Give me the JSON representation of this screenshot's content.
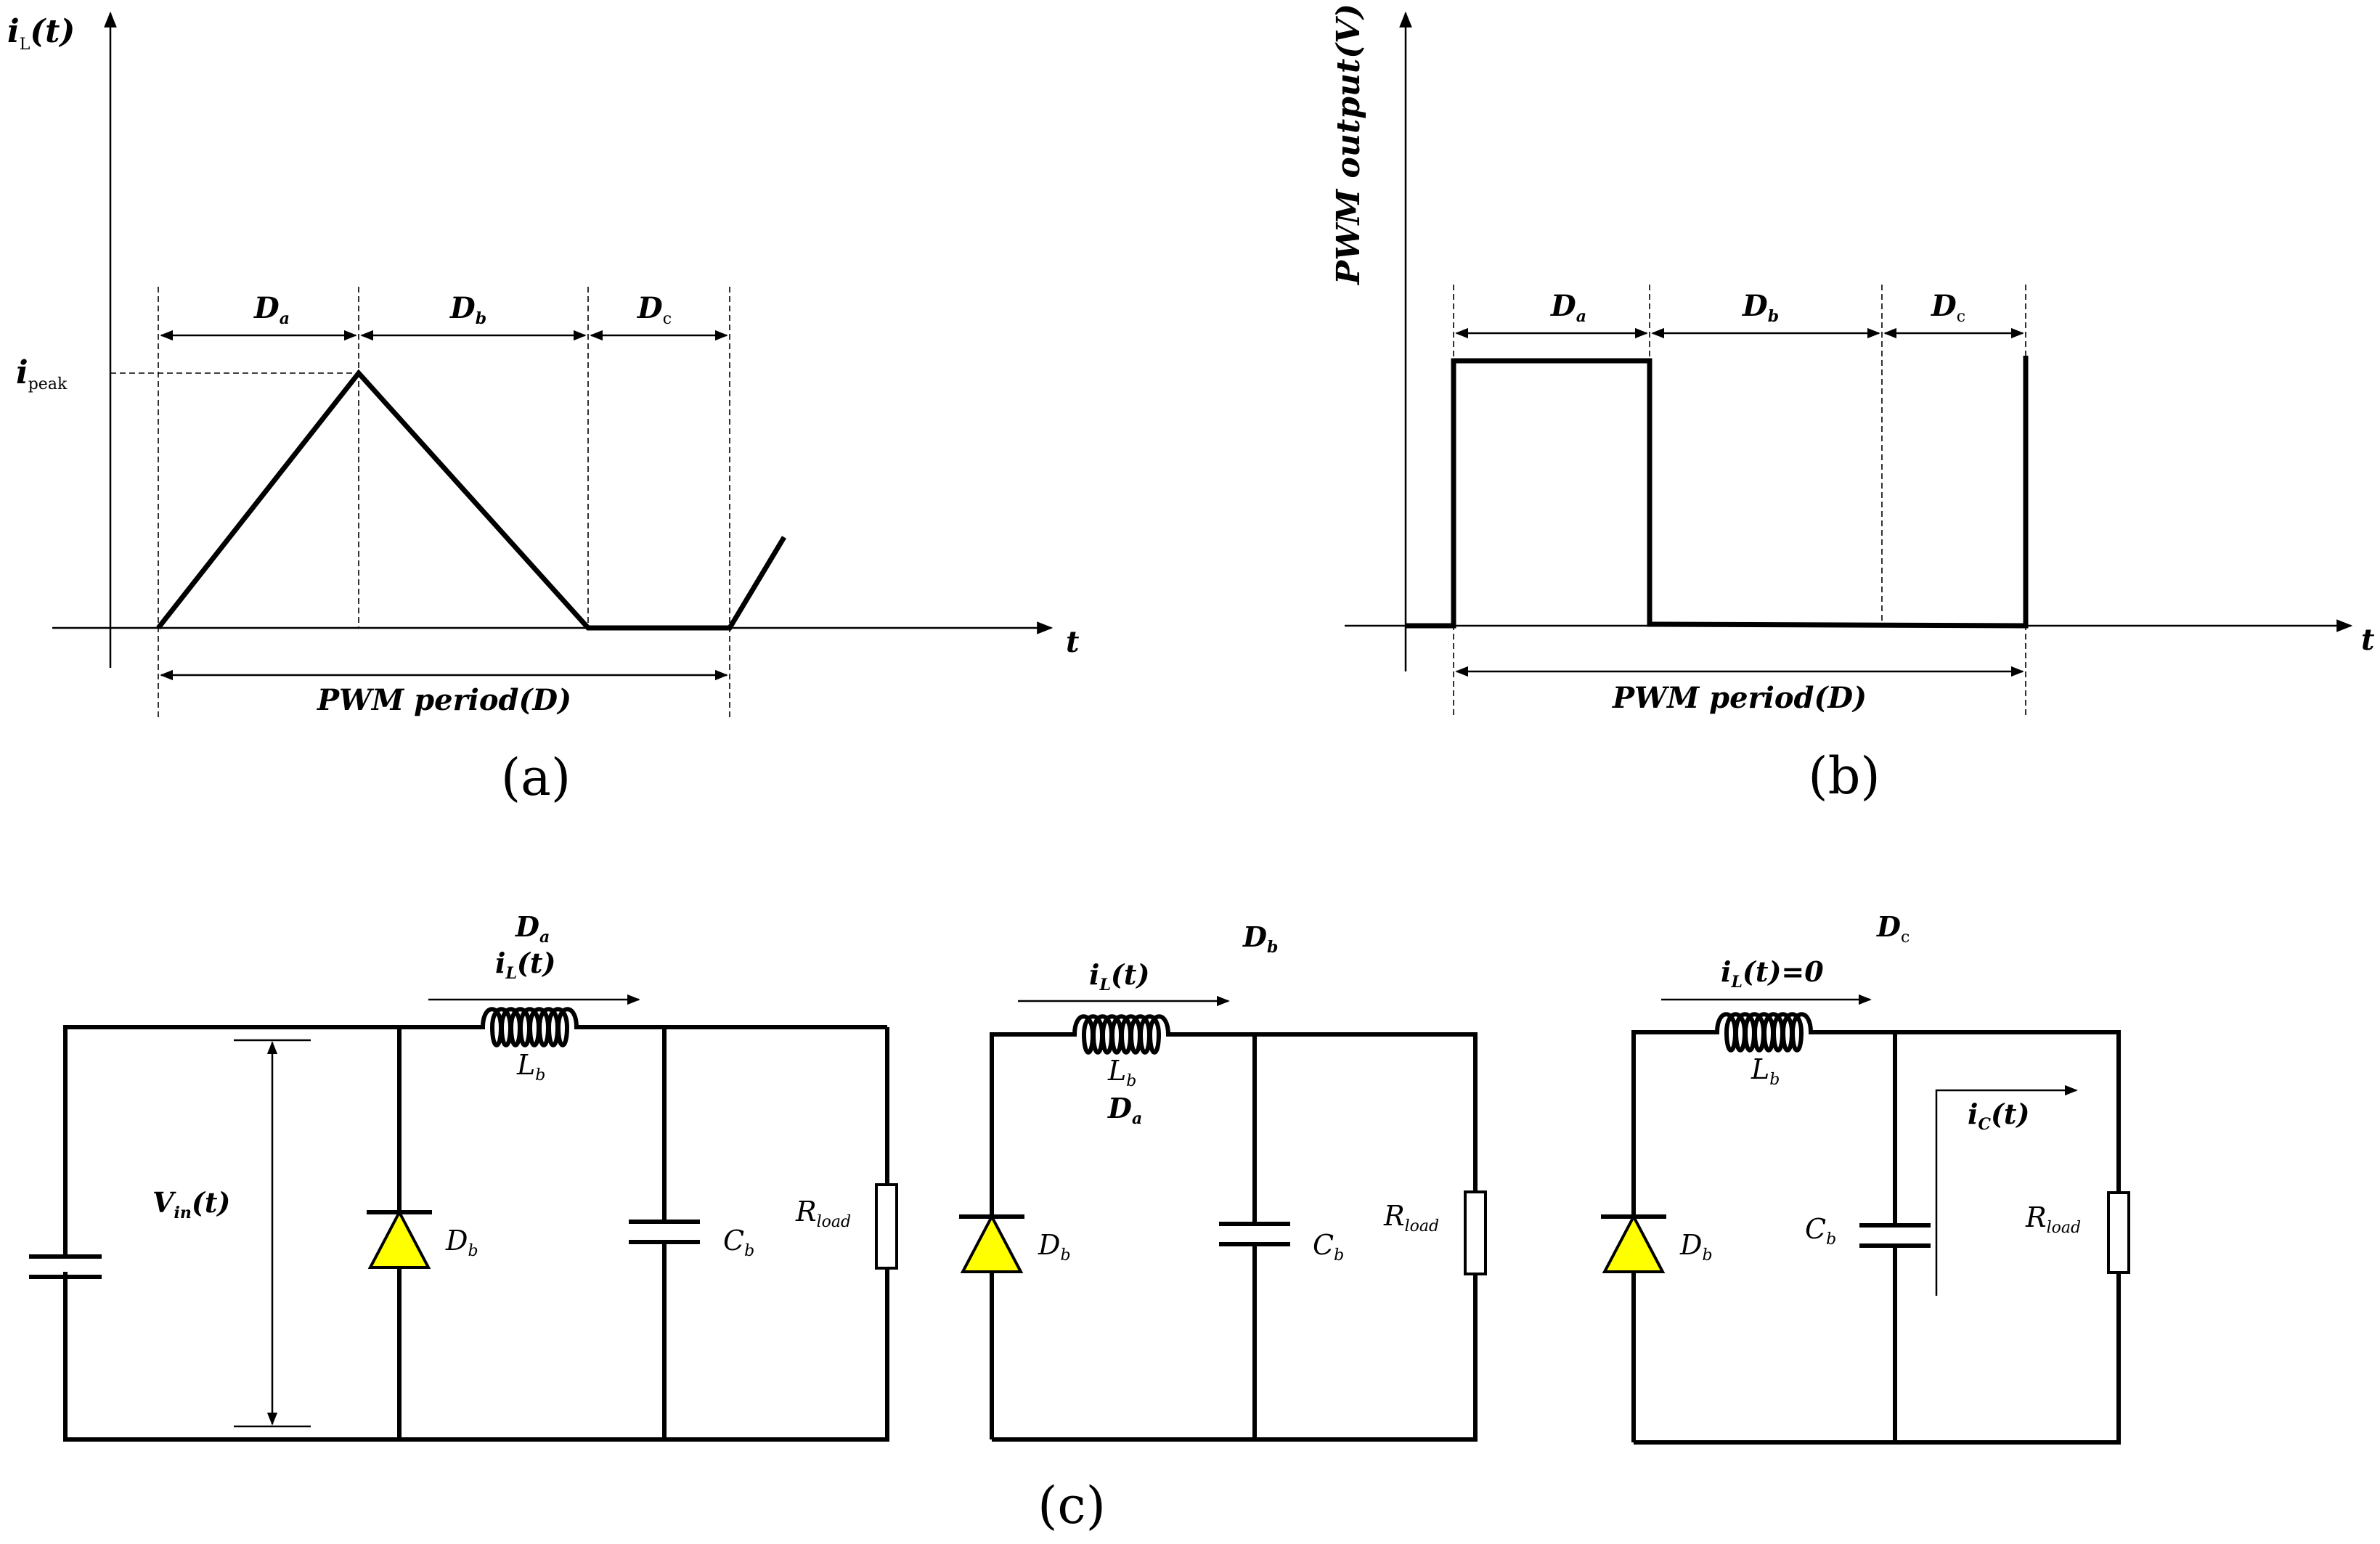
{
  "colors": {
    "ink": "#000000",
    "diode_fill": "#ffff00",
    "background": "#ffffff"
  },
  "panel_a": {
    "caption": "(a)",
    "y_axis_label": "i",
    "y_axis_sub": "L",
    "y_axis_tail": "(t)",
    "x_axis_label": "t",
    "peak_label": "i",
    "peak_sub": "peak",
    "intervals": [
      {
        "label": "D",
        "sub": "a"
      },
      {
        "label": "D",
        "sub": "b"
      },
      {
        "label": "D",
        "sub": "c"
      }
    ],
    "period_label": "PWM period(D)"
  },
  "panel_b": {
    "caption": "(b)",
    "y_axis_label": "PWM output(V)",
    "x_axis_label": "t",
    "intervals": [
      {
        "label": "D",
        "sub": "a"
      },
      {
        "label": "D",
        "sub": "b"
      },
      {
        "label": "D",
        "sub": "c"
      }
    ],
    "period_label": "PWM period(D)"
  },
  "panel_c": {
    "caption": "(c)",
    "circuit1": {
      "mode_label": "D",
      "mode_sub": "a",
      "current_label": "i",
      "current_sub": "L",
      "current_tail": "(t)",
      "source_label": "V",
      "source_sub": "in",
      "source_tail": "(t)",
      "inductor_label": "L",
      "inductor_sub": "b",
      "diode_label": "D",
      "diode_sub": "b",
      "capacitor_label": "C",
      "capacitor_sub": "b",
      "load_label": "R",
      "load_sub": "load"
    },
    "circuit2": {
      "mode_label": "D",
      "mode_sub": "b",
      "current_label": "i",
      "current_sub": "L",
      "current_tail": "(t)",
      "inductor_label": "L",
      "inductor_sub": "b",
      "extra_label": "D",
      "extra_sub": "a",
      "diode_label": "D",
      "diode_sub": "b",
      "capacitor_label": "C",
      "capacitor_sub": "b",
      "load_label": "R",
      "load_sub": "load"
    },
    "circuit3": {
      "mode_label": "D",
      "mode_sub": "c",
      "current_label": "i",
      "current_sub": "L",
      "current_tail": "(t)=0",
      "inductor_label": "L",
      "inductor_sub": "b",
      "cap_current_label": "i",
      "cap_current_sub": "C",
      "cap_current_tail": "(t)",
      "diode_label": "D",
      "diode_sub": "b",
      "capacitor_label": "C",
      "capacitor_sub": "b",
      "load_label": "R",
      "load_sub": "load"
    }
  }
}
